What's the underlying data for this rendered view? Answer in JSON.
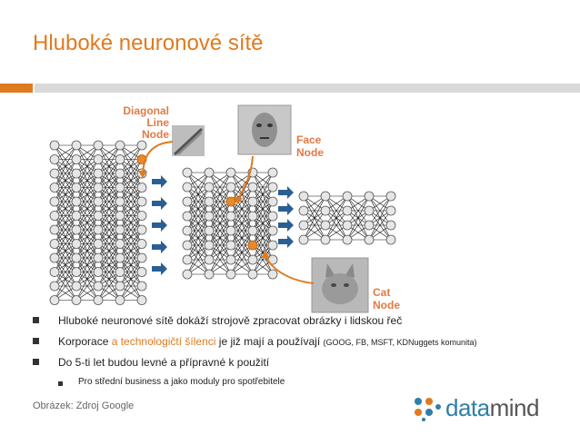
{
  "slide": {
    "title": "Hluboké neuronové sítě",
    "figure": {
      "labels": {
        "diagonal_line": [
          "Diagonal",
          "Line",
          "Node"
        ],
        "face": [
          "Face",
          "Node"
        ],
        "cat": [
          "Cat",
          "Node"
        ]
      },
      "colors": {
        "accent": "#e07a1f",
        "label_red": "#e07a45",
        "arrow_blue": "#2a5f93"
      },
      "icons": [
        "diagonal-line-thumbnail",
        "face-thumbnail",
        "cat-thumbnail"
      ]
    },
    "bullets": [
      {
        "text": "Hluboké neuronové sítě dokáží strojově zpracovat obrázky i lidskou  řeč"
      },
      {
        "pre": "Korporace ",
        "highlight": "a technologičtí šílenci",
        "post": " je již mají a používají ",
        "small": "(GOOG, FB, MSFT, KDNuggets komunita)"
      },
      {
        "text": "Do 5-ti let budou levné a přípravné k použití"
      },
      {
        "text": "Pro střední business  a  jako moduly pro spotřebitele",
        "sub": true
      }
    ],
    "caption": "Obrázek: Zdroj Google",
    "logo": {
      "part1": "data",
      "part2": "mind",
      "colors": [
        "#2f7fa8",
        "#555555",
        "#e07a1f"
      ]
    }
  }
}
